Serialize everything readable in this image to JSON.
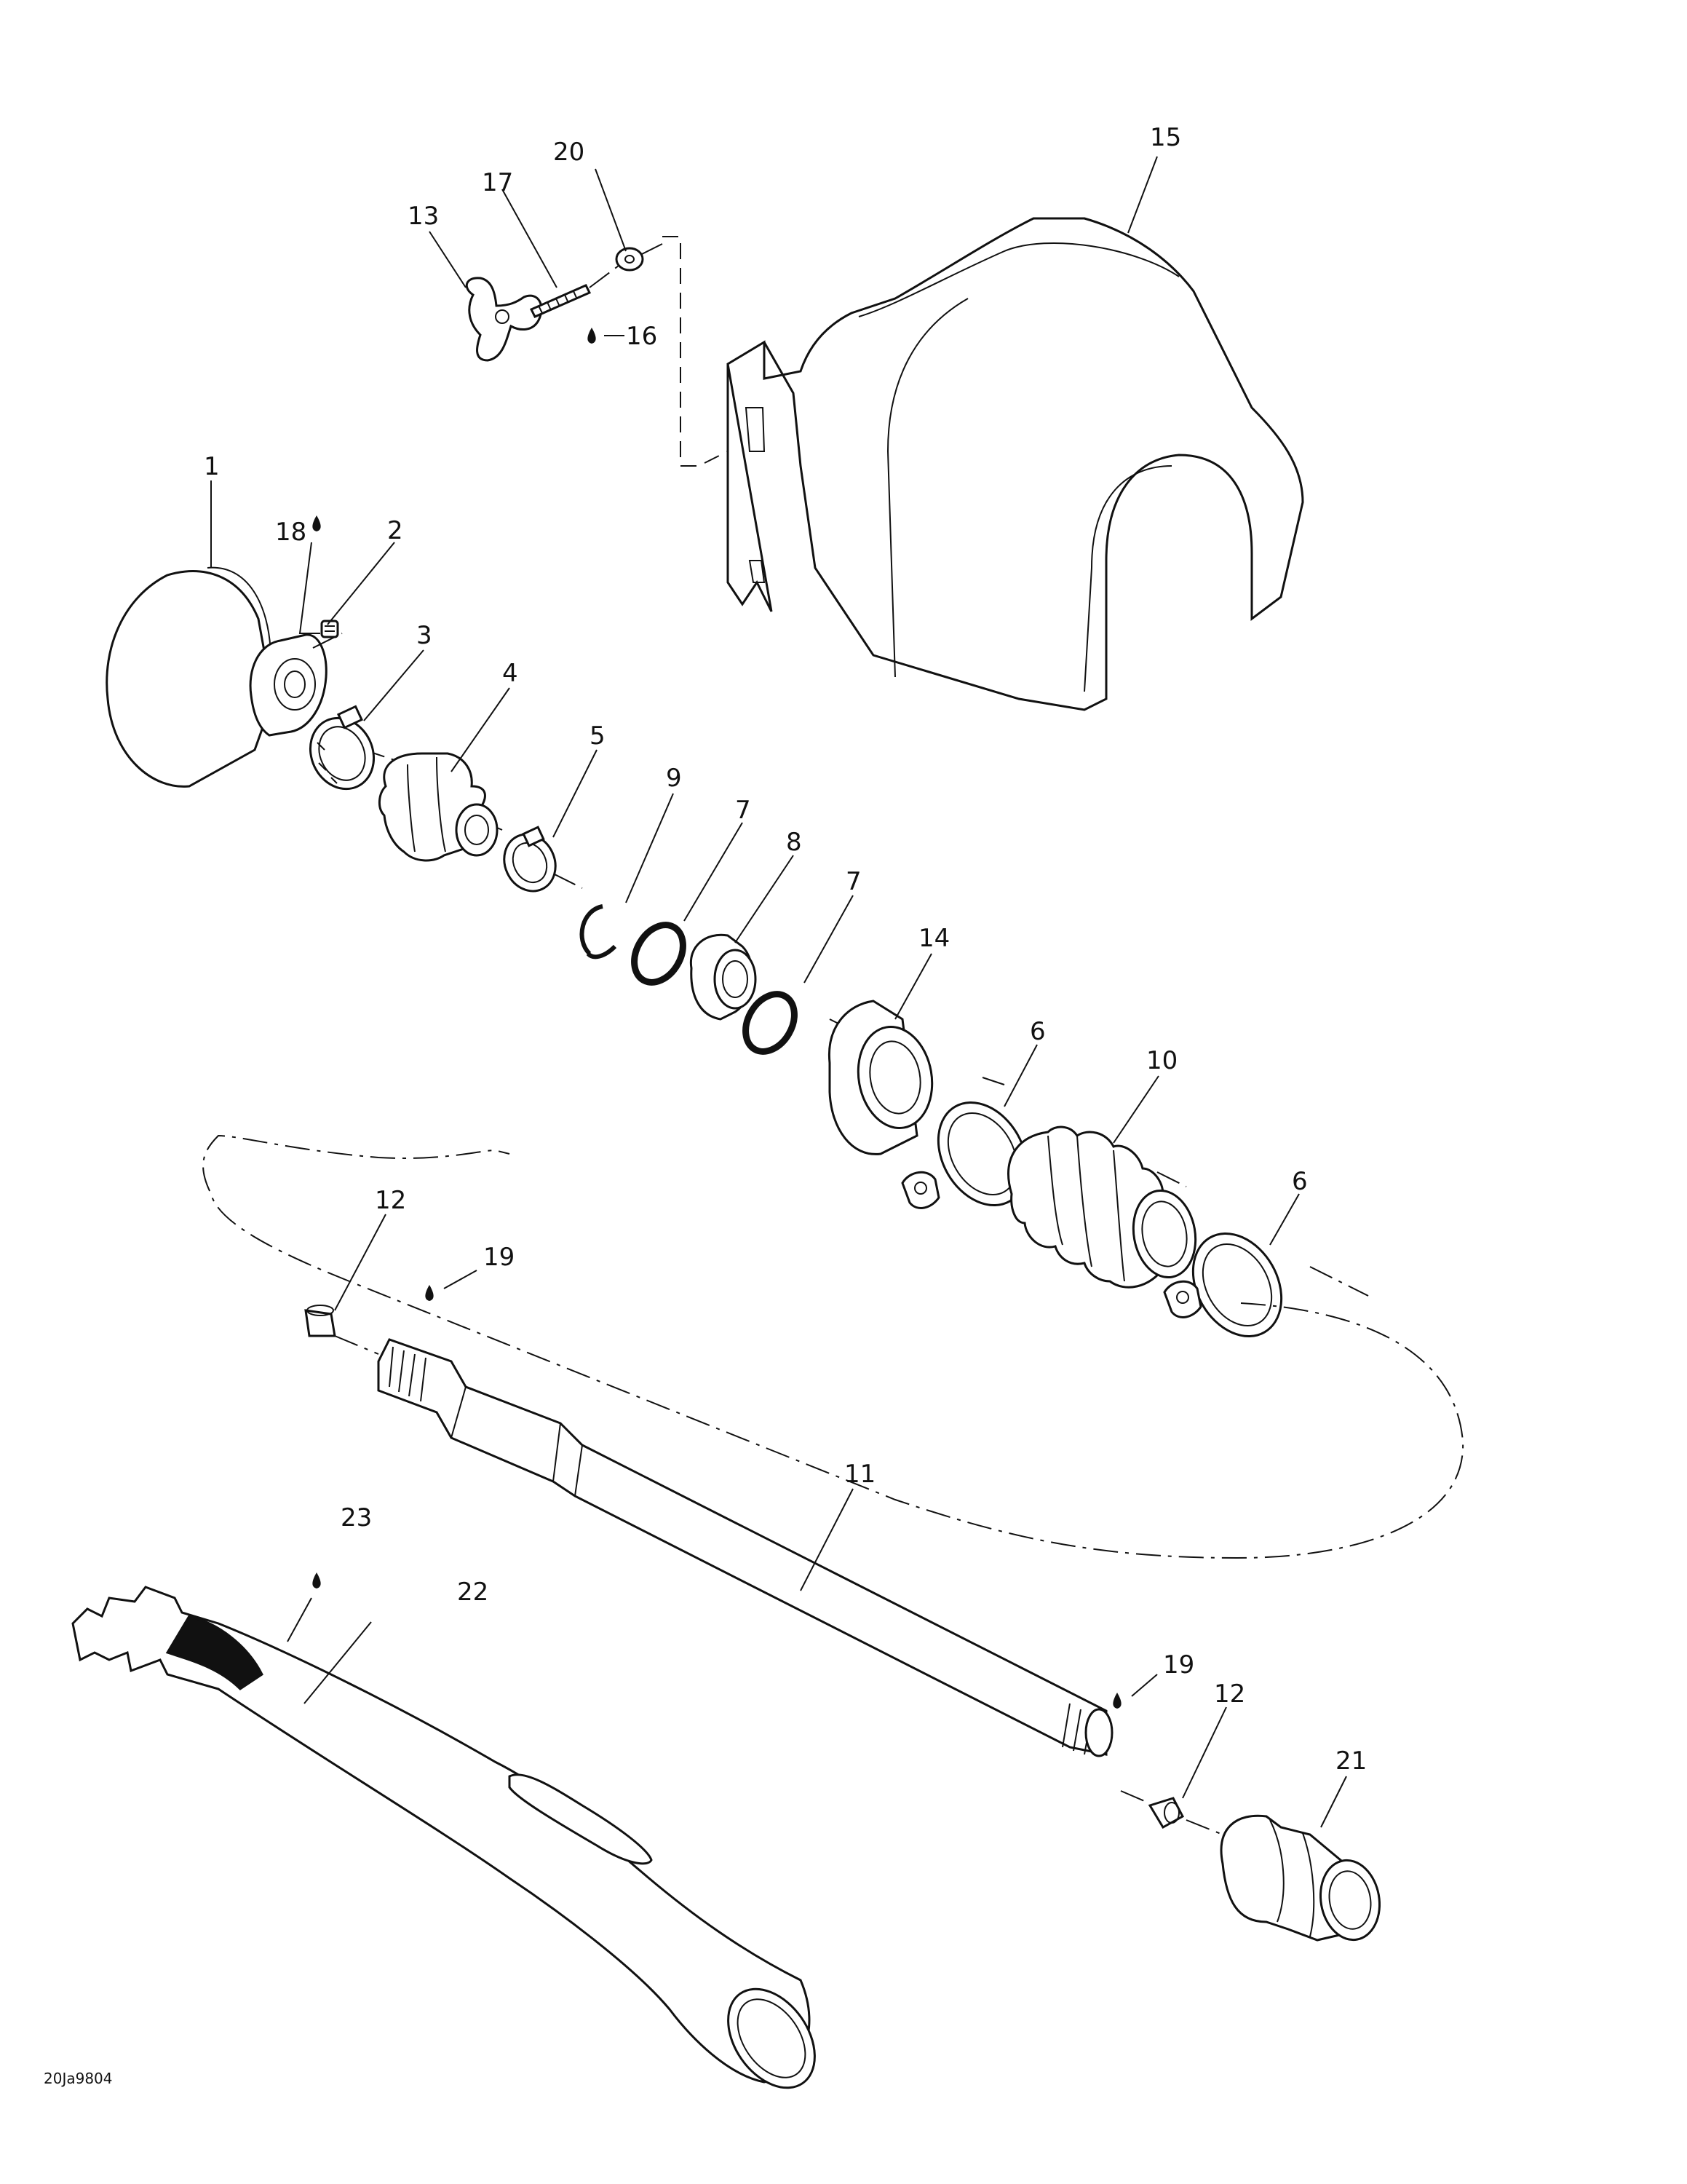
{
  "diagram_code": "20Ja9804",
  "part_labels": [
    "1",
    "2",
    "3",
    "4",
    "5",
    "6",
    "7",
    "8",
    "9",
    "10",
    "11",
    "12",
    "13",
    "14",
    "15",
    "16",
    "17",
    "18",
    "19",
    "20",
    "21",
    "22",
    "23"
  ],
  "lubricant_icon": "oil-drop-icon",
  "colors": {
    "line": "#111111",
    "background": "#ffffff"
  }
}
